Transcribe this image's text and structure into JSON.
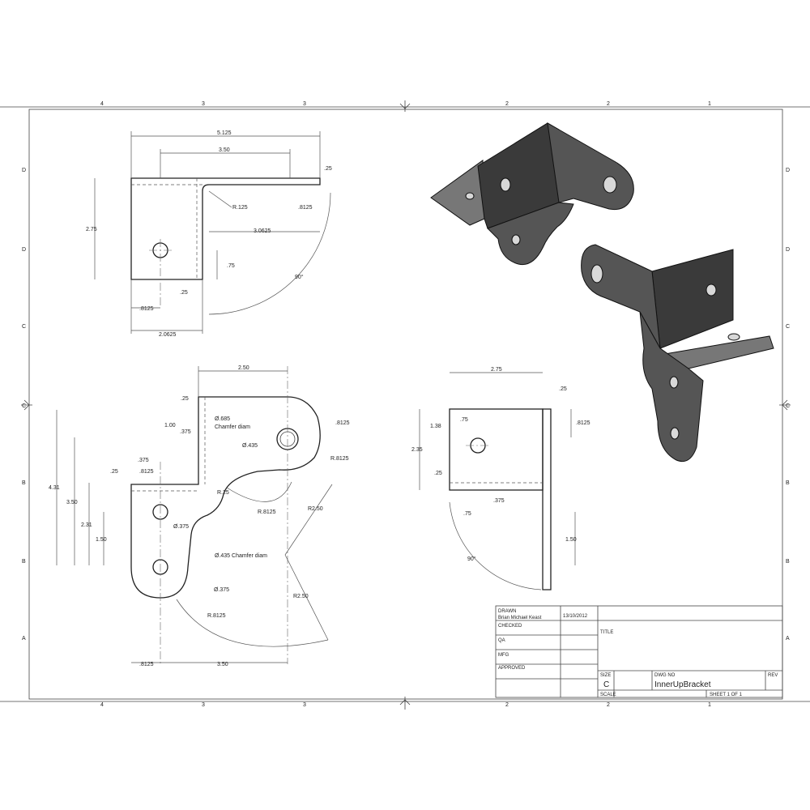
{
  "zones": {
    "columns": [
      "4",
      "3",
      "3",
      "2",
      "2",
      "1"
    ],
    "rows": [
      "D",
      "D",
      "C",
      "C",
      "B",
      "B",
      "A"
    ]
  },
  "top_view": {
    "dims": [
      "5.125",
      "3.50",
      ".25",
      "R.125",
      ".8125",
      "2.75",
      "3.0625",
      ".75",
      ".25",
      ".8125",
      "2.0625",
      "90°"
    ]
  },
  "front_view": {
    "dims": [
      "2.50",
      ".25",
      "1.00",
      ".375",
      ".375",
      ".8125",
      ".25",
      "4.31",
      "3.50",
      "2.31",
      "1.50",
      "R.25",
      "R.8125",
      "R2.50",
      "R2.50",
      "Ø.375",
      "Ø.375",
      "R.8125",
      ".8125",
      "3.50",
      ".8125",
      "R.8125"
    ],
    "notes": [
      "Ø.685",
      "Chamfer diam",
      "Ø.435",
      "Ø.435 Chamfer diam"
    ]
  },
  "side_view": {
    "dims": [
      "2.75",
      ".25",
      ".75",
      "1.38",
      ".8125",
      "2.35",
      ".25",
      ".75",
      ".375",
      "1.50",
      "90°"
    ]
  },
  "title_block": {
    "drawn_label": "DRAWN",
    "drawn_by": "Brian Michael Keast",
    "drawn_date": "13/10/2012",
    "checked_label": "CHECKED",
    "qa_label": "QA",
    "mfg_label": "MFG",
    "approved_label": "APPROVED",
    "title_label": "TITLE",
    "size_label": "SIZE",
    "size_value": "C",
    "dwg_no_label": "DWG NO",
    "dwg_no_value": "InnerUpBracket",
    "rev_label": "REV",
    "scale_label": "SCALE",
    "sheet": "SHEET 1  OF 1"
  }
}
